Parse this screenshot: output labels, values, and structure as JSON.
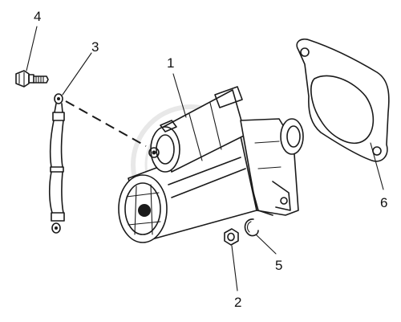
{
  "callouts": {
    "part_1": "1",
    "part_2": "2",
    "part_3": "3",
    "part_4": "4",
    "part_5": "5",
    "part_6": "6"
  },
  "colors": {
    "line": "#1a1a1a",
    "background": "#ffffff",
    "watermark": "#d6d6d6"
  }
}
